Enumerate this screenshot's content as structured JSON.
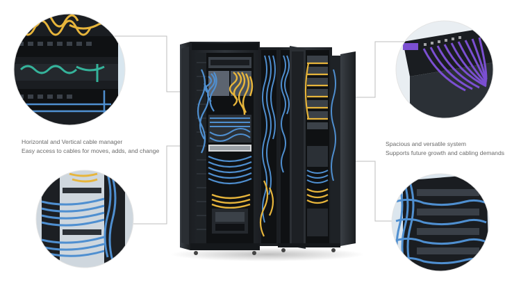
{
  "captions": {
    "left": {
      "line1": "Horizontal and Vertical cable manager",
      "line2": "Easy access to cables for moves, adds, and change"
    },
    "right": {
      "line1": "Spacious and versatile system",
      "line2": "Supports future growth and cabling demands"
    }
  },
  "colors": {
    "rack_body": "#262a2f",
    "rack_dark": "#15181b",
    "cable_blue": "#4f8fd0",
    "cable_yellow": "#e7b53b",
    "cable_teal": "#35b39b",
    "cable_purple": "#7b4fd1",
    "leader_line": "#bdbdbd",
    "caption_text": "#6a6a6a"
  },
  "icons": {
    "top_left": "cable-manager-closeup-image",
    "bottom_left": "cable-bundles-closeup-image",
    "top_right": "patch-panel-closeup-image",
    "bottom_right": "blue-patch-cables-closeup-image"
  }
}
